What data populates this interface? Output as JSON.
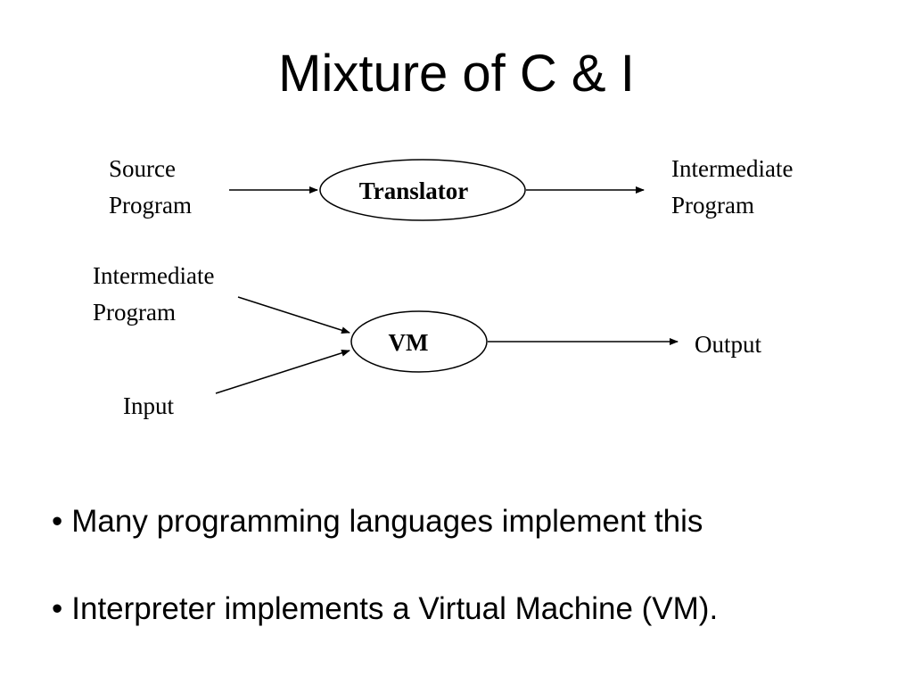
{
  "title": "Mixture of C & I",
  "diagram": {
    "row1": {
      "source": [
        "Source",
        "Program"
      ],
      "translator": "Translator",
      "intermediate": [
        "Intermediate",
        "Program"
      ]
    },
    "row2": {
      "intermediate": [
        "Intermediate",
        "Program"
      ],
      "input": "Input",
      "vm": "VM",
      "output": "Output"
    }
  },
  "bullets": {
    "marker": "•",
    "items": [
      "Many programming languages implement this",
      "Interpreter implements a Virtual Machine (VM)."
    ]
  }
}
